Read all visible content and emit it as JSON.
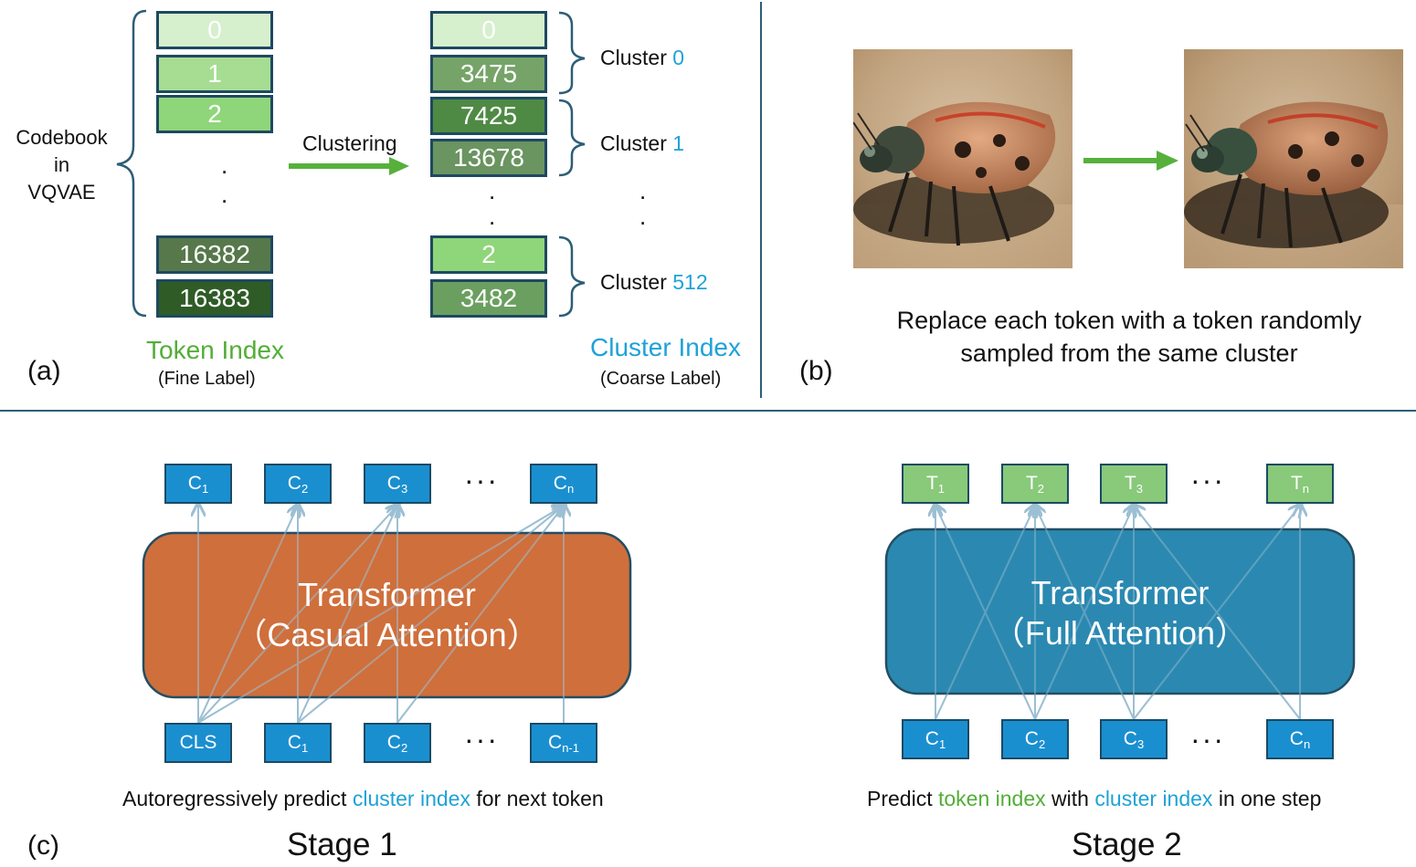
{
  "panel_a": {
    "codebook_label": [
      "Codebook",
      "in",
      "VQVAE"
    ],
    "token_boxes": [
      {
        "label": "0",
        "color": "#d6efcd"
      },
      {
        "label": "1",
        "color": "#a6dd93"
      },
      {
        "label": "2",
        "color": "#8fd57a"
      },
      {
        "label": "16382",
        "color": "#56784b"
      },
      {
        "label": "16383",
        "color": "#2f5b27"
      }
    ],
    "clustering_label": "Clustering",
    "cluster_boxes": [
      {
        "label": "0",
        "color": "#d6efcd"
      },
      {
        "label": "3475",
        "color": "#76a468"
      },
      {
        "label": "7425",
        "color": "#4f8a45"
      },
      {
        "label": "13678",
        "color": "#6a9460"
      },
      {
        "label": "2",
        "color": "#8fd57a"
      },
      {
        "label": "3482",
        "color": "#6b9f60"
      }
    ],
    "clusters": [
      {
        "prefix": "Cluster ",
        "index": "0"
      },
      {
        "prefix": "Cluster ",
        "index": "1"
      },
      {
        "prefix": "Cluster ",
        "index": "512"
      }
    ],
    "token_index_title": "Token Index",
    "token_index_sub": "(Fine Label)",
    "cluster_index_title": "Cluster Index",
    "cluster_index_sub": "(Coarse Label)",
    "tag": "(a)"
  },
  "panel_b": {
    "caption_line1": "Replace each token with a token randomly",
    "caption_line2": "sampled from the same cluster",
    "tag": "(b)"
  },
  "panel_c": {
    "tag": "(c)",
    "stage1": {
      "transformer_line1": "Transformer",
      "transformer_line2": "（Casual Attention）",
      "outputs": [
        {
          "base": "C",
          "sub": "1"
        },
        {
          "base": "C",
          "sub": "2"
        },
        {
          "base": "C",
          "sub": "3"
        },
        {
          "base": "C",
          "sub": "n"
        }
      ],
      "inputs": [
        {
          "base": "CLS",
          "sub": ""
        },
        {
          "base": "C",
          "sub": "1"
        },
        {
          "base": "C",
          "sub": "2"
        },
        {
          "base": "C",
          "sub": "n-1"
        }
      ],
      "caption_pre": "Autoregressively predict ",
      "caption_hl": "cluster index",
      "caption_post": " for next token",
      "title": "Stage 1"
    },
    "stage2": {
      "transformer_line1": "Transformer",
      "transformer_line2": "（Full Attention）",
      "outputs": [
        {
          "base": "T",
          "sub": "1"
        },
        {
          "base": "T",
          "sub": "2"
        },
        {
          "base": "T",
          "sub": "3"
        },
        {
          "base": "T",
          "sub": "n"
        }
      ],
      "inputs": [
        {
          "base": "C",
          "sub": "1"
        },
        {
          "base": "C",
          "sub": "2"
        },
        {
          "base": "C",
          "sub": "3"
        },
        {
          "base": "C",
          "sub": "n"
        }
      ],
      "caption_pre": "Predict ",
      "caption_hl1": "token index",
      "caption_mid": " with ",
      "caption_hl2": "cluster index",
      "caption_post": " in one step",
      "title": "Stage 2"
    },
    "ellipsis": "···"
  },
  "colors": {
    "cluster_blue": "#1ea2d8",
    "token_green": "#52ae37",
    "causal_transformer": "#cf6f3c",
    "full_transformer": "#2b89b1",
    "divider": "#2c5e76"
  }
}
